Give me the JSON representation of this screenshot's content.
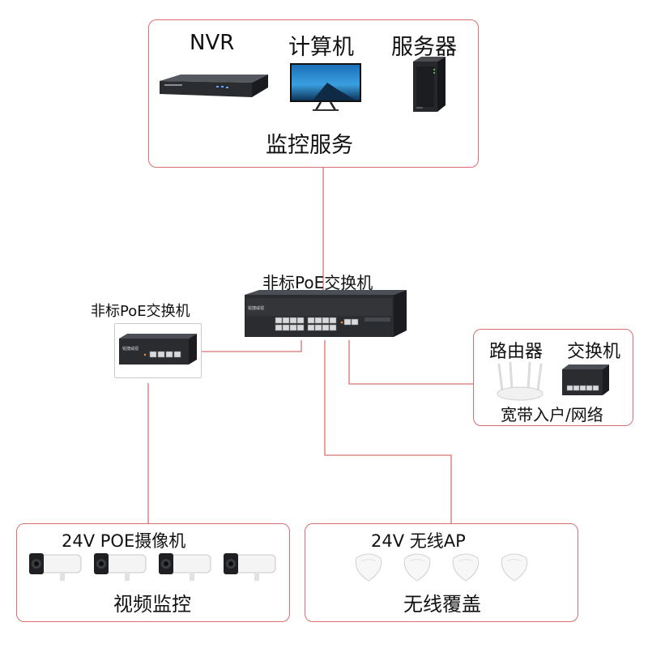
{
  "top_group": {
    "nvr_label": "NVR",
    "computer_label": "计算机",
    "server_label": "服务器",
    "caption": "监控服务"
  },
  "main_switch": {
    "label": "非标PoE交换机"
  },
  "left_switch": {
    "label": "非标PoE交换机",
    "brand_text": "锐捷威视"
  },
  "network_group": {
    "router_label": "路由器",
    "switch_label": "交换机",
    "caption": "宽带入户/网络"
  },
  "camera_group": {
    "title": "24V POE摄像机",
    "caption": "视频监控",
    "camera_count": 4
  },
  "ap_group": {
    "title": "24V 无线AP",
    "caption": "无线覆盖",
    "ap_count": 4
  },
  "colors": {
    "frame": "#d9706f",
    "line": "#d9706f",
    "device_dark": "#2b2d31"
  }
}
